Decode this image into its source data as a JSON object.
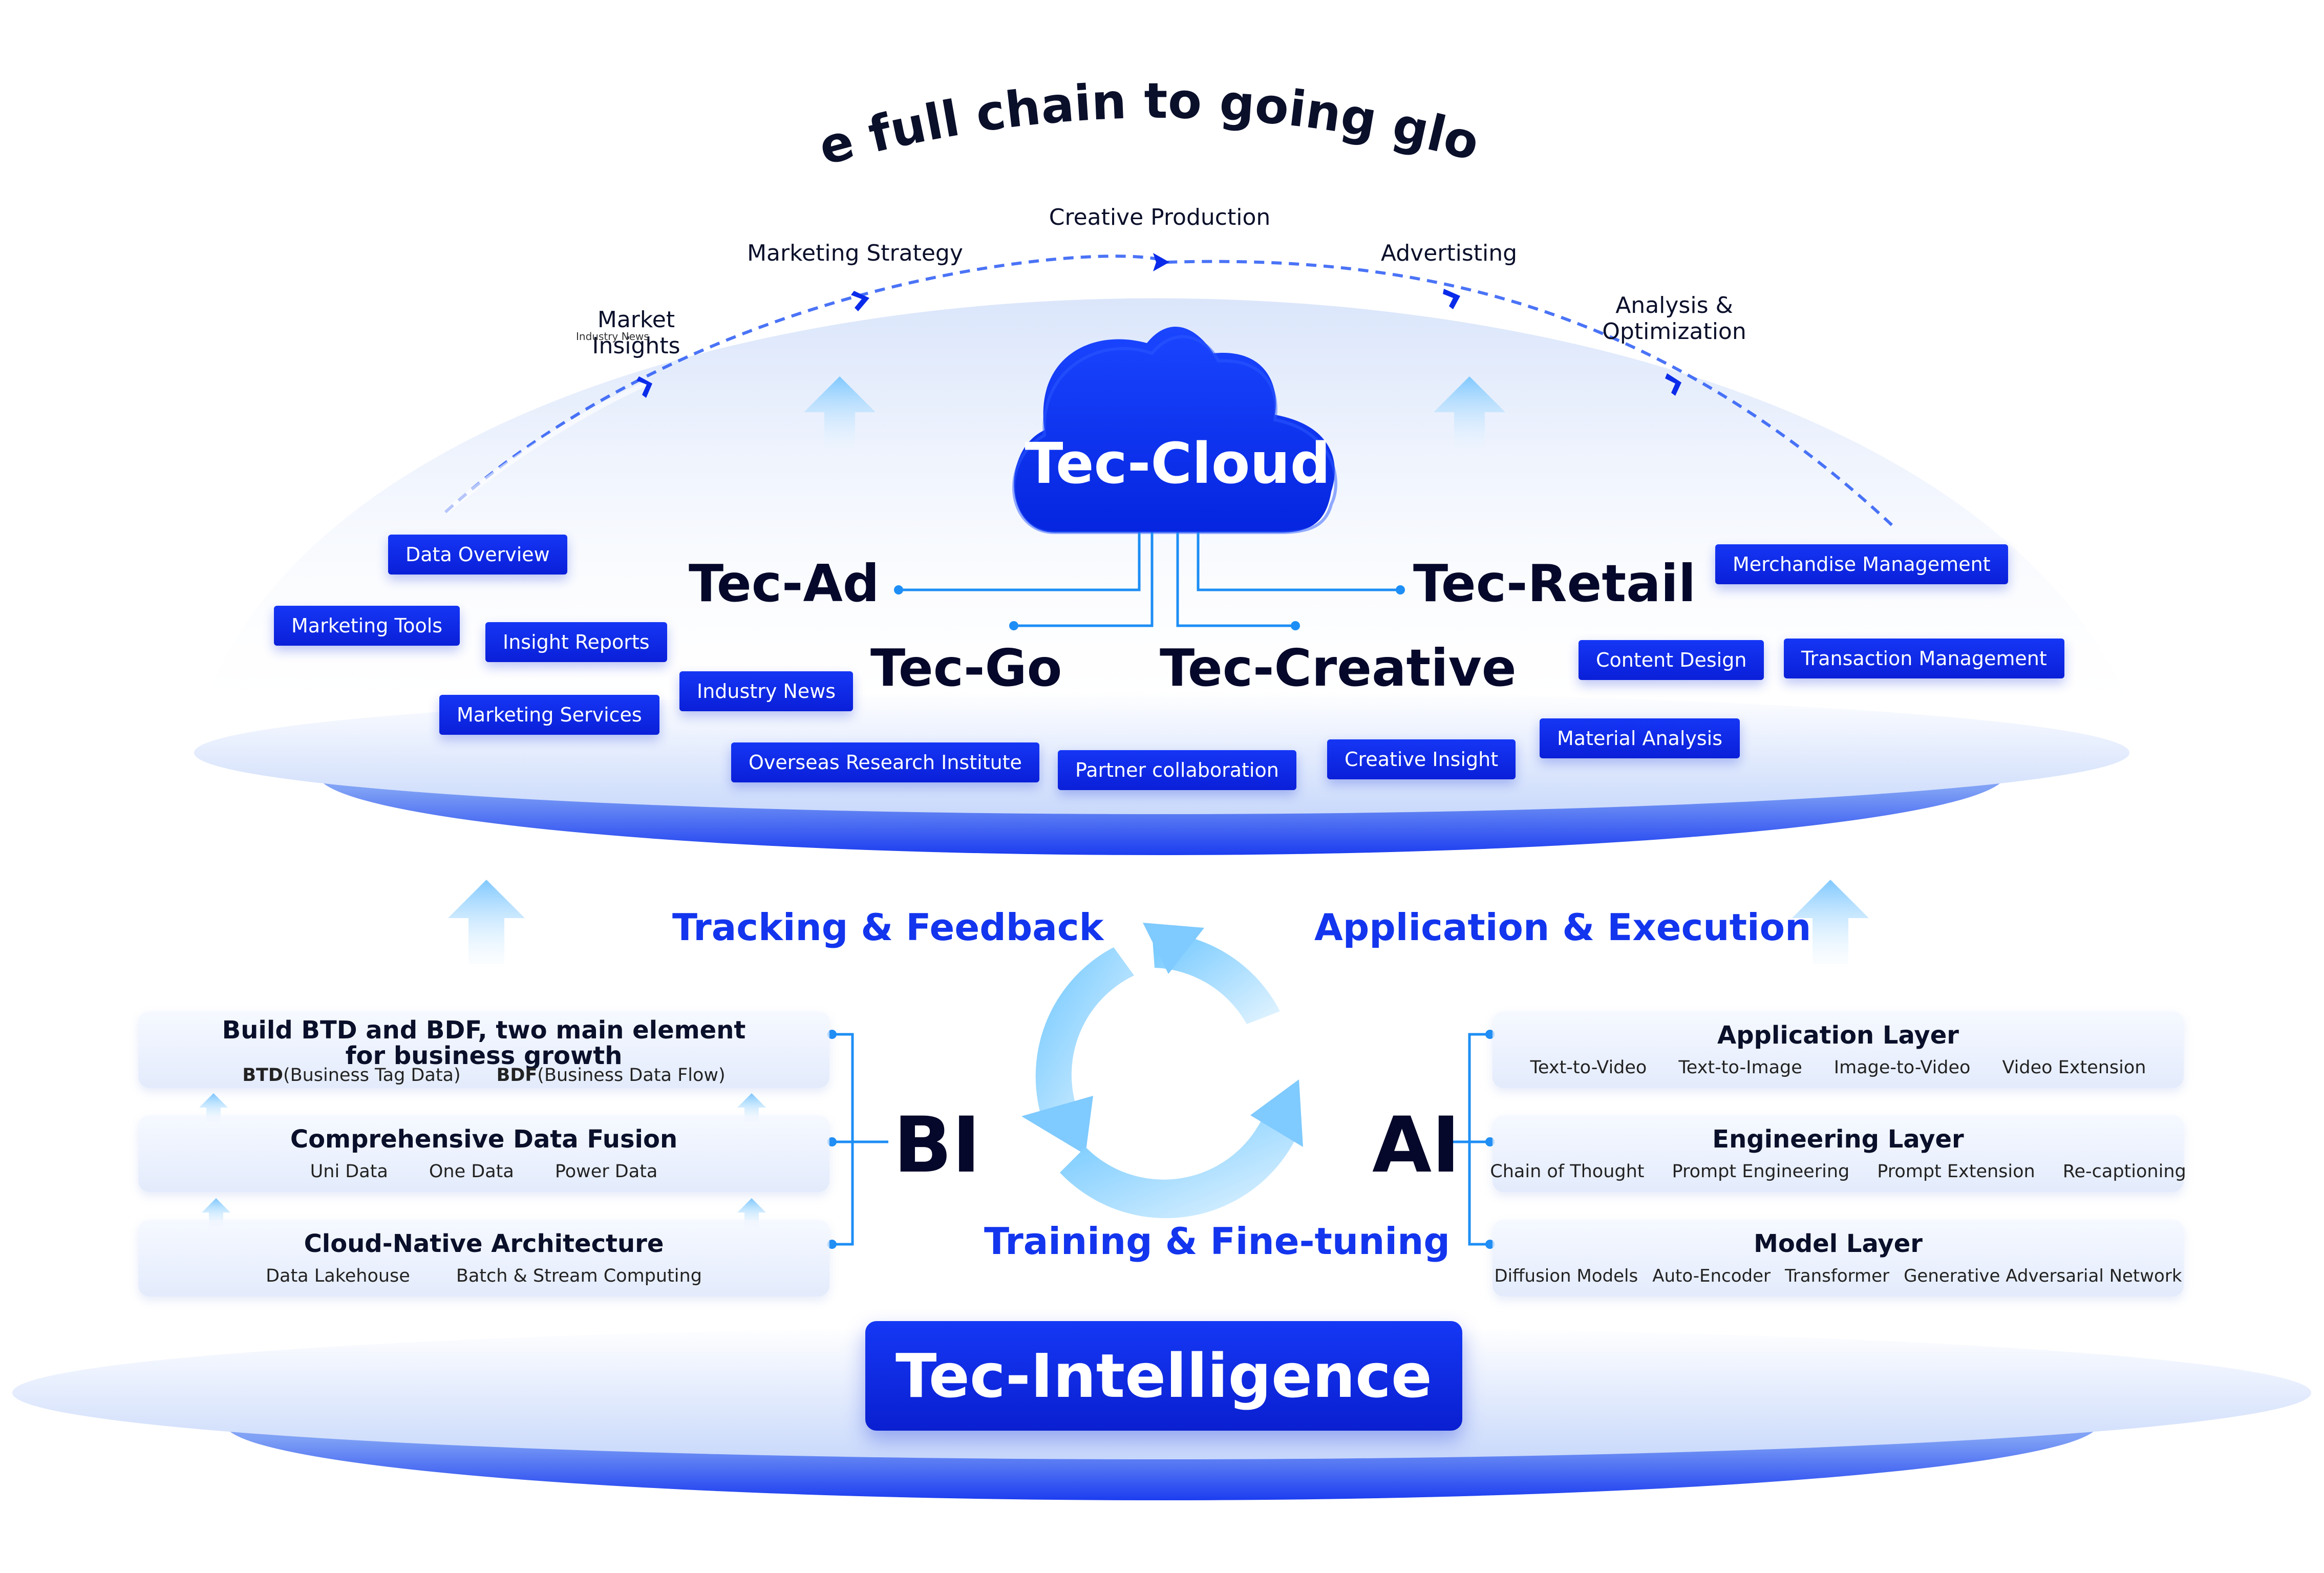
{
  "title": "The full chain to going global",
  "stages": {
    "market_insights": "Market\nInsights",
    "stray_label": "Industry News",
    "marketing_strategy": "Marketing Strategy",
    "creative_production": "Creative Production",
    "advertising": "Advertisting",
    "analysis": "Analysis &\nOptimization"
  },
  "cloud": {
    "label": "Tec-Cloud"
  },
  "products": {
    "ad": "Tec-Ad",
    "go": "Tec-Go",
    "creative": "Tec-Creative",
    "retail": "Tec-Retail"
  },
  "tags": {
    "data_overview": "Data Overview",
    "marketing_tools": "Marketing Tools",
    "insight_reports": "Insight Reports",
    "marketing_services": "Marketing Services",
    "industry_news": "Industry News",
    "overseas_research": "Overseas Research Institute",
    "partner_collab": "Partner collaboration",
    "creative_insight": "Creative Insight",
    "material_analysis": "Material Analysis",
    "content_design": "Content Design",
    "transaction_mgmt": "Transaction Management",
    "merchandise_mgmt": "Merchandise Management"
  },
  "cycle": {
    "tracking": "Tracking & Feedback",
    "application": "Application & Execution",
    "training": "Training & Fine-tuning"
  },
  "bi": {
    "label": "BI",
    "panels": [
      {
        "title": "Build BTD and BDF, two main element\nfor business growth",
        "items": [
          {
            "bold": "BTD",
            "text": " (Business Tag Data)"
          },
          {
            "bold": "BDF",
            "text": " (Business Data Flow)"
          }
        ]
      },
      {
        "title": "Comprehensive Data Fusion",
        "items": [
          {
            "bold": "",
            "text": "Uni Data"
          },
          {
            "bold": "",
            "text": "One Data"
          },
          {
            "bold": "",
            "text": "Power Data"
          }
        ]
      },
      {
        "title": "Cloud-Native Architecture",
        "items": [
          {
            "bold": "",
            "text": "Data Lakehouse"
          },
          {
            "bold": "",
            "text": "Batch & Stream Computing"
          }
        ]
      }
    ]
  },
  "ai": {
    "label": "AI",
    "panels": [
      {
        "title": "Application Layer",
        "items": [
          "Text-to-Video",
          "Text-to-Image",
          "Image-to-Video",
          "Video Extension"
        ]
      },
      {
        "title": "Engineering Layer",
        "items": [
          "Chain of Thought",
          "Prompt Engineering",
          "Prompt Extension",
          "Re-captioning"
        ]
      },
      {
        "title": "Model Layer",
        "items": [
          "Diffusion Models",
          "Auto-Encoder",
          "Transformer",
          "Generative Adversarial Network"
        ]
      }
    ]
  },
  "intelligence": {
    "label": "Tec-Intelligence"
  },
  "colors": {
    "primary": "#0f2ee8",
    "accent": "#1335ee",
    "light": "#cddcfb",
    "cloud": "#0b2bea"
  }
}
